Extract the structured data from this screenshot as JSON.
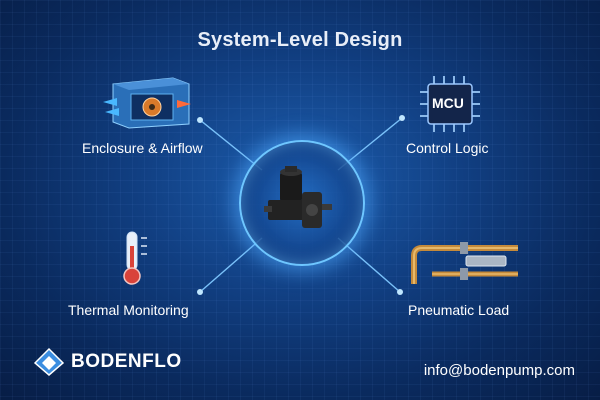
{
  "title": "System-Level Design",
  "features": {
    "enclosure": {
      "label": "Enclosure & Airflow",
      "icon": "enclosure-fan-icon"
    },
    "control": {
      "label": "Control Logic",
      "icon": "mcu-chip-icon",
      "chip_text": "MCU"
    },
    "thermal": {
      "label": "Thermal Monitoring",
      "icon": "thermometer-icon"
    },
    "pneumatic": {
      "label": "Pneumatic Load",
      "icon": "pneumatic-pipe-icon"
    }
  },
  "center": {
    "icon": "pump-icon"
  },
  "brand": {
    "logo_text": "BODENFLO",
    "logo_icon": "bodenflo-logo-icon"
  },
  "contact": {
    "email": "info@bodenpump.com"
  },
  "colors": {
    "accent": "#6ec6ff",
    "background": "#0d3370"
  }
}
